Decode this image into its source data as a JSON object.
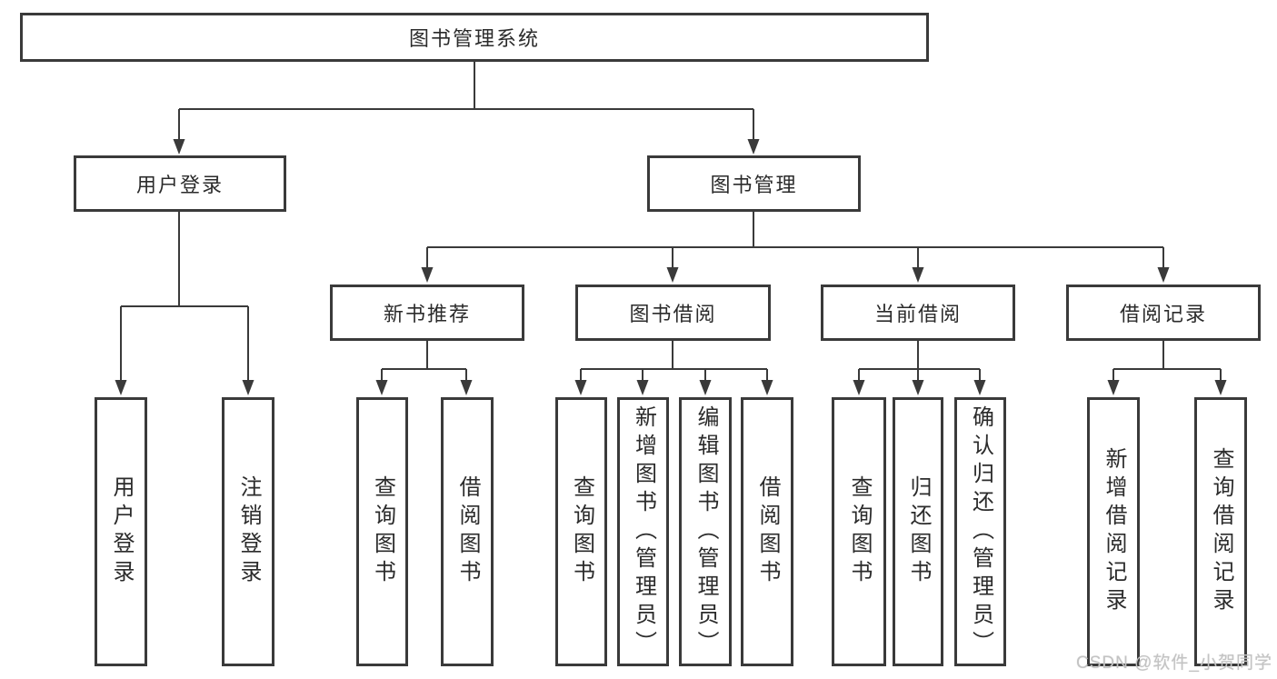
{
  "colors": {
    "line": "#3a3a3a",
    "box_border": "#3a3a3a",
    "text": "#2b2b2b",
    "watermark": "#c3c3c3",
    "background": "#ffffff"
  },
  "root": {
    "label": "图书管理系统",
    "children": [
      {
        "label": "用户登录",
        "children": [
          {
            "label": "用户登录"
          },
          {
            "label": "注销登录"
          }
        ]
      },
      {
        "label": "图书管理",
        "children": [
          {
            "label": "新书推荐",
            "children": [
              {
                "label": "查询图书"
              },
              {
                "label": "借阅图书"
              }
            ]
          },
          {
            "label": "图书借阅",
            "children": [
              {
                "label": "查询图书"
              },
              {
                "label": "新增图书（管理员）"
              },
              {
                "label": "编辑图书（管理员）"
              },
              {
                "label": "借阅图书"
              }
            ]
          },
          {
            "label": "当前借阅",
            "children": [
              {
                "label": "查询图书"
              },
              {
                "label": "归还图书"
              },
              {
                "label": "确认归还（管理员）"
              }
            ]
          },
          {
            "label": "借阅记录",
            "children": [
              {
                "label": "新增借阅记录"
              },
              {
                "label": "查询借阅记录"
              }
            ]
          }
        ]
      }
    ]
  },
  "watermark": {
    "label": "CSDN @软件_小贺同学"
  }
}
